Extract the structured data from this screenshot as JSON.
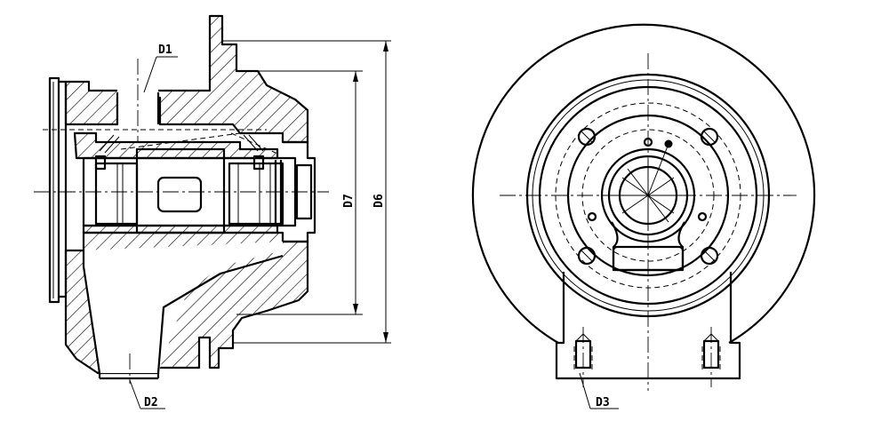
{
  "labels": {
    "d1": "D1",
    "d2": "D2",
    "d3": "D3",
    "d6": "D6",
    "d7": "D7"
  }
}
